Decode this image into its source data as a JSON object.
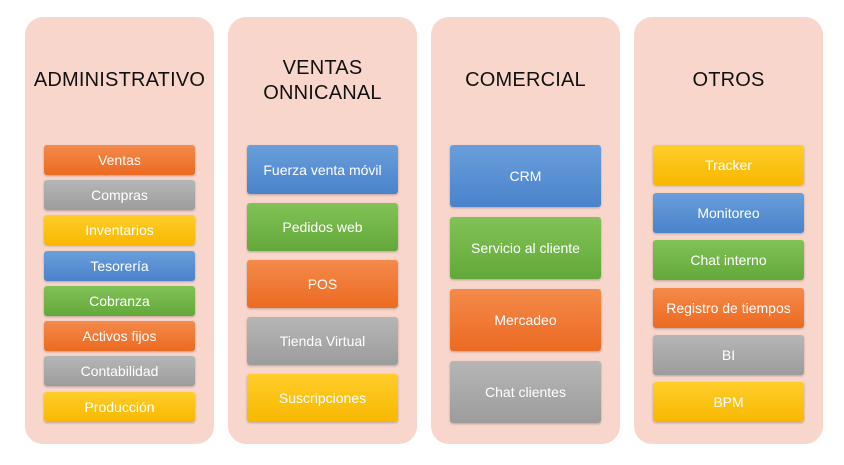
{
  "columns": [
    {
      "title": "ADMINISTRATIVO",
      "items": [
        {
          "label": "Ventas",
          "color": "orange"
        },
        {
          "label": "Compras",
          "color": "gray"
        },
        {
          "label": "Inventarios",
          "color": "yellow"
        },
        {
          "label": "Tesorería",
          "color": "blue"
        },
        {
          "label": "Cobranza",
          "color": "green"
        },
        {
          "label": "Activos fijos",
          "color": "orange"
        },
        {
          "label": "Contabilidad",
          "color": "gray"
        },
        {
          "label": "Producción",
          "color": "yellow"
        }
      ]
    },
    {
      "title_line1": "VENTAS",
      "title_line2": "ONNICANAL",
      "items": [
        {
          "label": "Fuerza venta móvil",
          "color": "blue"
        },
        {
          "label": "Pedidos web",
          "color": "green"
        },
        {
          "label": "POS",
          "color": "orange"
        },
        {
          "label": "Tienda Virtual",
          "color": "gray"
        },
        {
          "label": "Suscripciones",
          "color": "yellow"
        }
      ]
    },
    {
      "title": "COMERCIAL",
      "items": [
        {
          "label": "CRM",
          "color": "blue"
        },
        {
          "label": "Servicio al cliente",
          "color": "green"
        },
        {
          "label": "Mercadeo",
          "color": "orange"
        },
        {
          "label": "Chat clientes",
          "color": "gray"
        }
      ]
    },
    {
      "title": "OTROS",
      "items": [
        {
          "label": "Tracker",
          "color": "yellow"
        },
        {
          "label": "Monitoreo",
          "color": "blue"
        },
        {
          "label": "Chat interno",
          "color": "green"
        },
        {
          "label": "Registro de tiempos",
          "color": "orange"
        },
        {
          "label": "BI",
          "color": "gray"
        },
        {
          "label": "BPM",
          "color": "yellow"
        }
      ]
    }
  ],
  "colors": {
    "panel": "#f8d6cc",
    "orange": "#ec6a22",
    "gray": "#a6a6a6",
    "yellow": "#fcc00e",
    "blue": "#5590d4",
    "green": "#70b445"
  }
}
